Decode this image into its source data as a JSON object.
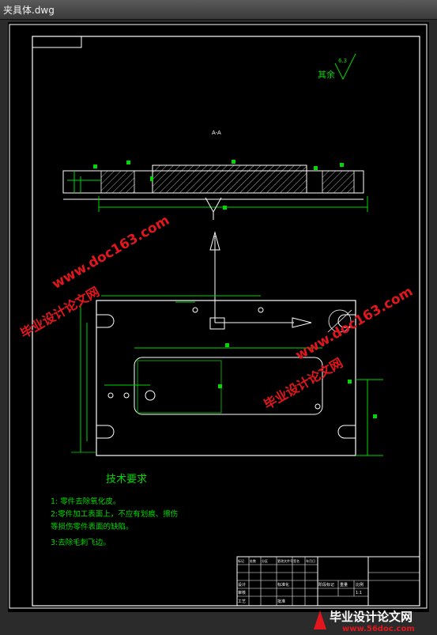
{
  "window": {
    "title": "夹具体.dwg"
  },
  "drawing": {
    "surface_note": "其余",
    "roughness": "6.3",
    "section_label": "A-A",
    "tech_title": "技术要求",
    "notes": [
      "1: 零件去除氧化皮。",
      "2:零件加工表面上，不应有划痕、擦伤",
      "等损伤零件表面的缺陷。",
      "3:去除毛刺飞边。"
    ],
    "titleblock": {
      "row1": [
        "标记",
        "处数",
        "分区",
        "更改文件号",
        "签名",
        "年月日"
      ],
      "labels": [
        "设计",
        "标准化",
        "阶段标记",
        "重量",
        "比例",
        "审核",
        "工艺",
        "批准"
      ],
      "scale": "1:1"
    }
  },
  "watermarks": {
    "url": "www.doc163.com",
    "cn": "毕业设计论文网",
    "bottom_cn": "毕业设计论文网",
    "bottom_url": "www.56doc.com"
  },
  "colors": {
    "green": "#00d800",
    "white": "#ffffff",
    "red": "#ff3030",
    "watermark": "#e3161d"
  }
}
